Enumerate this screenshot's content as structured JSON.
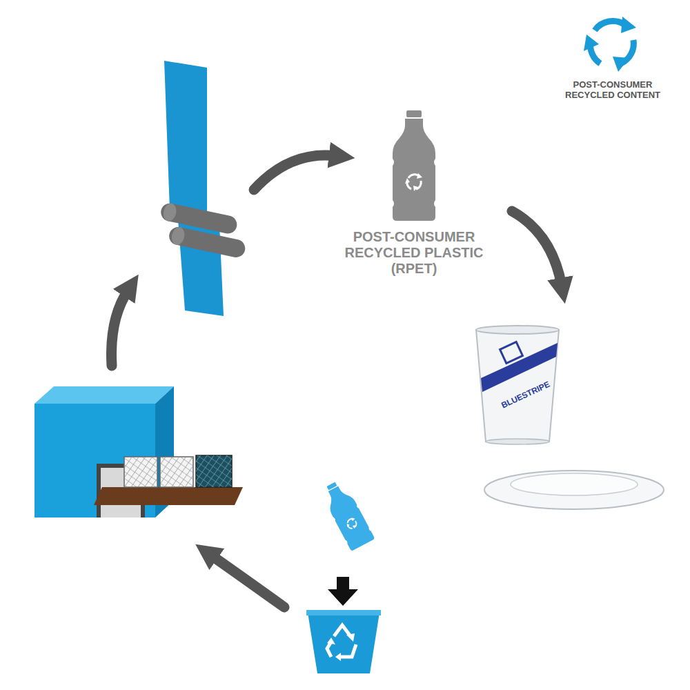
{
  "diagram": {
    "nodes": [
      {
        "text": [
          "POST-CONSUMER RECYCLED PLASTIC (RPET)"
        ]
      }
    ],
    "labels": [
      "POST-CONSUMER RECYCLED CONTENT",
      "BLUESTRIPE"
    ]
  }
}
